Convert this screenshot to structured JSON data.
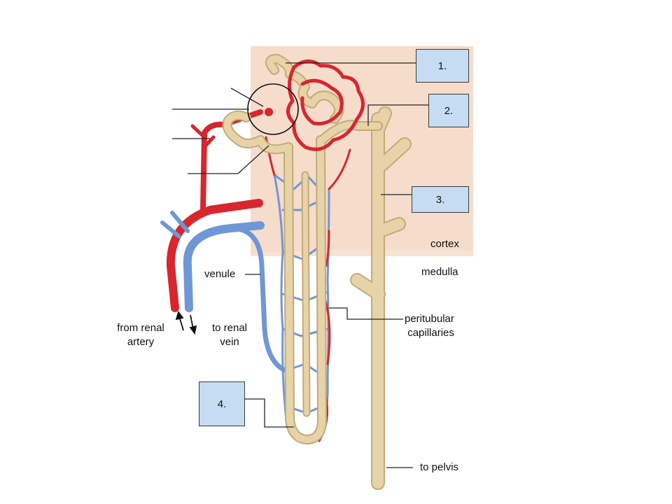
{
  "labels": {
    "cortex": "cortex",
    "medulla": "medulla",
    "venule": "venule",
    "peritubular_line1": "peritubular",
    "peritubular_line2": "capillaries",
    "from_renal_line1": "from renal",
    "from_renal_line2": "artery",
    "to_renal_line1": "to renal",
    "to_renal_line2": "vein",
    "to_pelvis": "to pelvis"
  },
  "answer_boxes": [
    "1.",
    "2.",
    "3.",
    "4."
  ],
  "colors": {
    "cortex_bg": "#f6dccb",
    "artery": "#d8262e",
    "vein": "#6f97d6",
    "tubule": "#e7d3a8",
    "tubule_edge": "#c3aa78",
    "answer_box": "#c6dcf3"
  }
}
